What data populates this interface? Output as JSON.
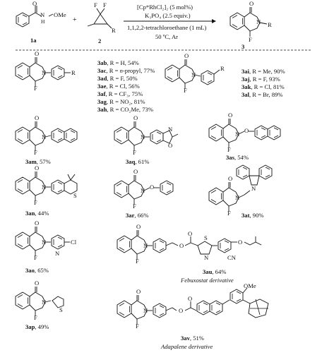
{
  "scheme": {
    "reagent_1": "[Cp*RhCl₂]₂ (5 mol%)",
    "reagent_2": "K₃PO₄ (2.5 equiv.)",
    "solvent": "1,1,2,2-tetrachloroethane (1 mL)",
    "conditions": "50 ºC, Ar",
    "label_1a": "1a",
    "label_2": "2",
    "label_3": "3",
    "plus": "+",
    "group_r": "R",
    "group_ome": "OMe",
    "atom_n": "N",
    "atom_h": "H",
    "atom_f": "F",
    "atom_o": "O"
  },
  "entries_para": [
    {
      "id": "3ab",
      "text": ", R = H, 54%"
    },
    {
      "id": "3ac",
      "text": ", R = ",
      "italic": "n",
      "rest": "-propyl, 77%"
    },
    {
      "id": "3ad",
      "text": ", R = F, 50%"
    },
    {
      "id": "3ae",
      "text": ", R = Cl, 56%"
    },
    {
      "id": "3af",
      "text": ", R = CF₃, 75%"
    },
    {
      "id": "3ag",
      "text": ", R = NO₂, 81%"
    },
    {
      "id": "3ah",
      "text": ", R = CO₂Me, 73%"
    }
  ],
  "entries_meta": [
    {
      "id": "3ai",
      "text": ", R = Me, 90%"
    },
    {
      "id": "3aj",
      "text": ", R = F, 93%"
    },
    {
      "id": "3ak",
      "text": ", R = Cl, 81%"
    },
    {
      "id": "3al",
      "text": ", R = Br, 89%"
    }
  ],
  "products": [
    {
      "id": "3am",
      "text": ", 57%"
    },
    {
      "id": "3aq",
      "text": ", 61%"
    },
    {
      "id": "3as",
      "text": ", 54%"
    },
    {
      "id": "3an",
      "text": ", 44%"
    },
    {
      "id": "3ar",
      "text": ", 66%"
    },
    {
      "id": "3at",
      "text": ", 90%"
    },
    {
      "id": "3ao",
      "text": ", 65%"
    },
    {
      "id": "3au",
      "text": ", 64%"
    },
    {
      "id": "3ap",
      "text": ", 49%"
    },
    {
      "id": "3av",
      "text": ", 51%"
    }
  ],
  "derivatives": {
    "febuxostat": "Febuxostat derivative",
    "adapalene": "Adapalene derivative"
  },
  "atoms": {
    "cl": "Cl",
    "cn": "CN",
    "s": "S"
  }
}
